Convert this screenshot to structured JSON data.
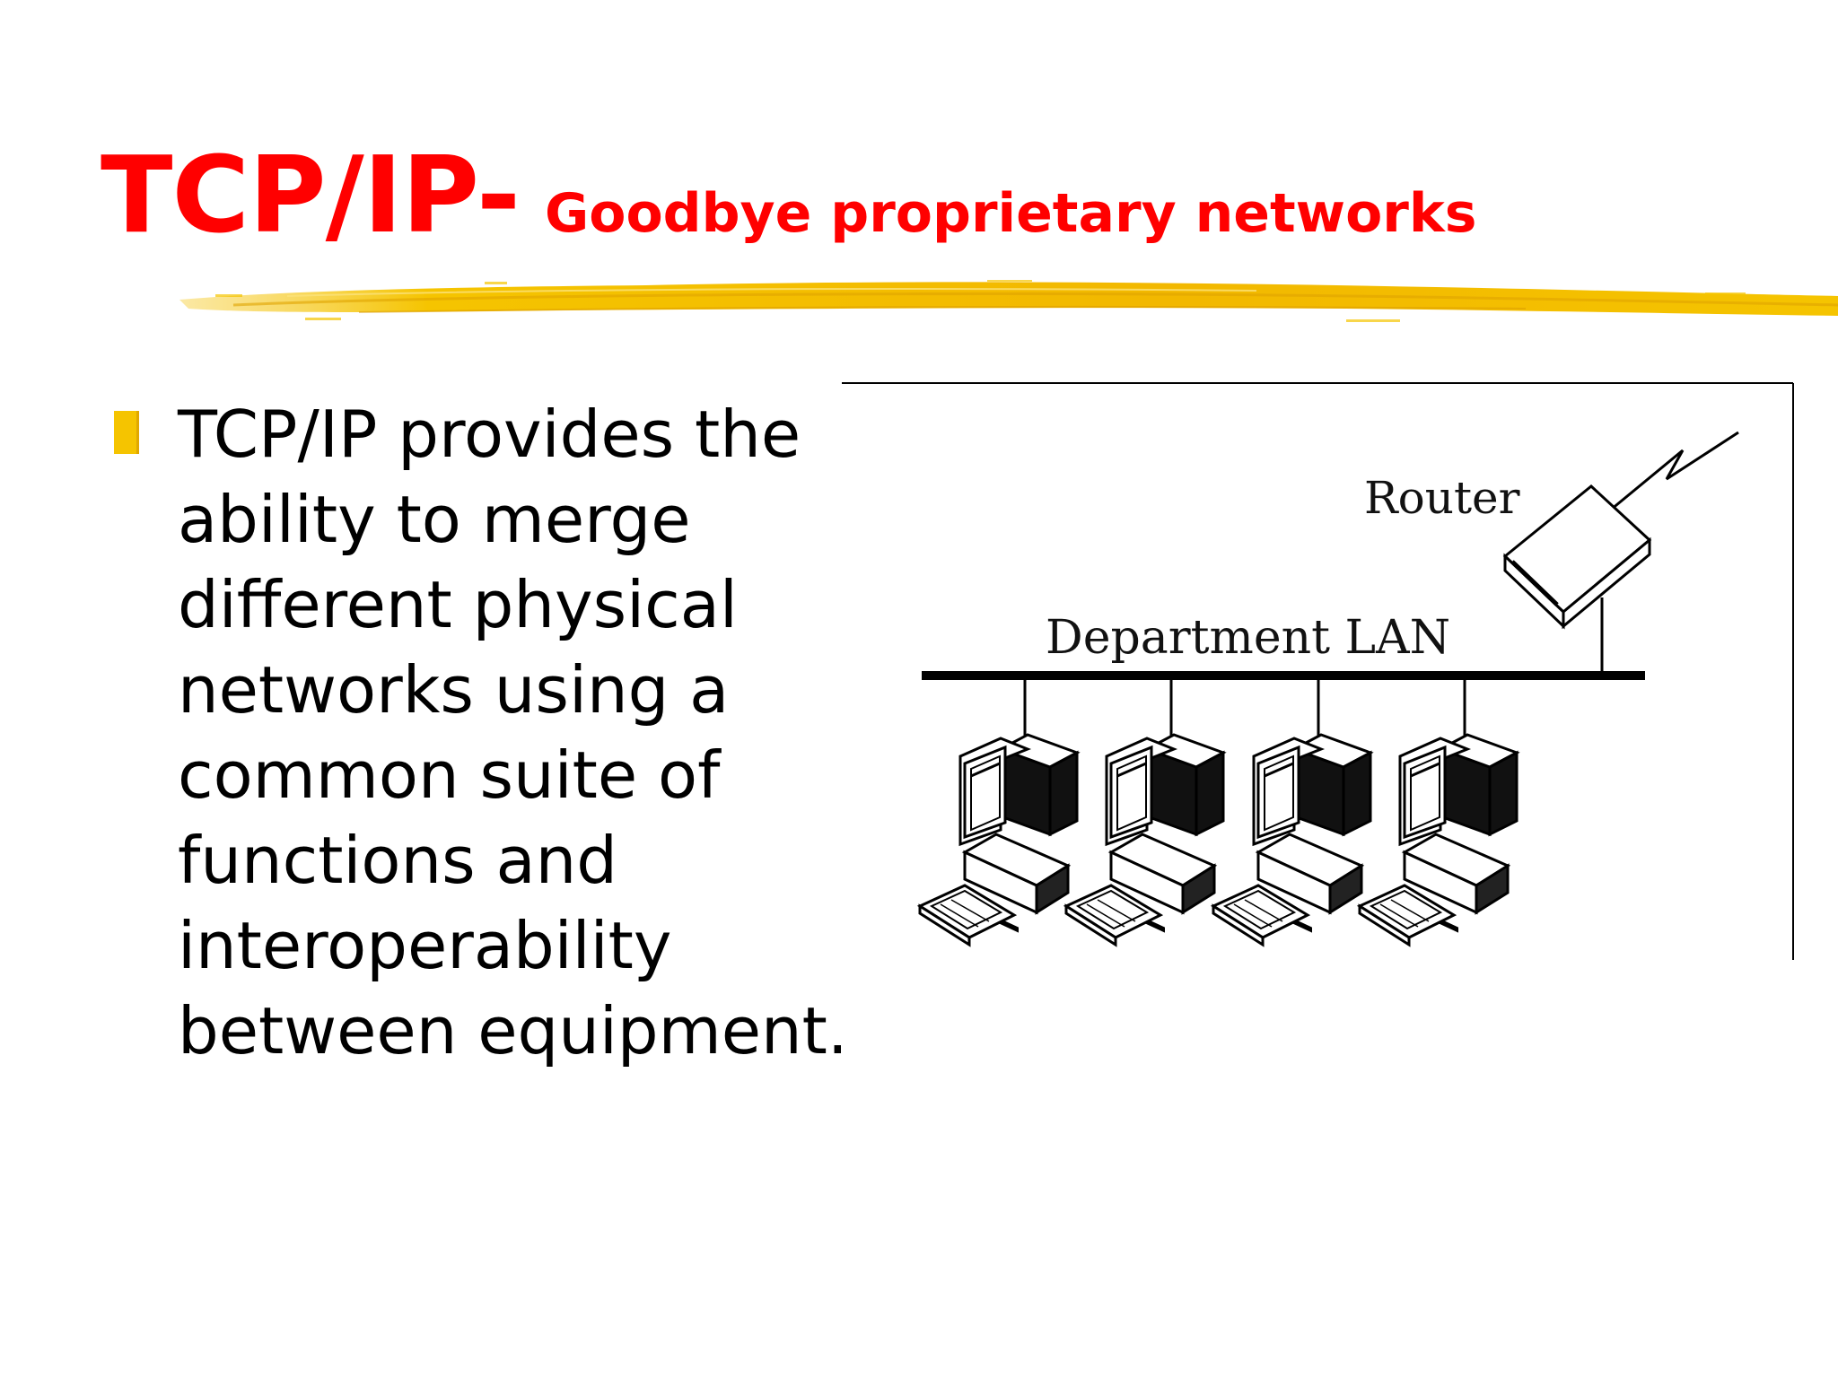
{
  "slide": {
    "title": "TCP/IP-",
    "subtitle": "Goodbye proprietary networks",
    "bullet": "TCP/IP provides the ability to merge different physical networks using a common suite of functions and interoperability between equipment."
  },
  "diagram": {
    "router_label": "Router",
    "lan_label": "Department LAN"
  },
  "colors": {
    "title": "#ff0000",
    "accent": "#f5c400"
  }
}
